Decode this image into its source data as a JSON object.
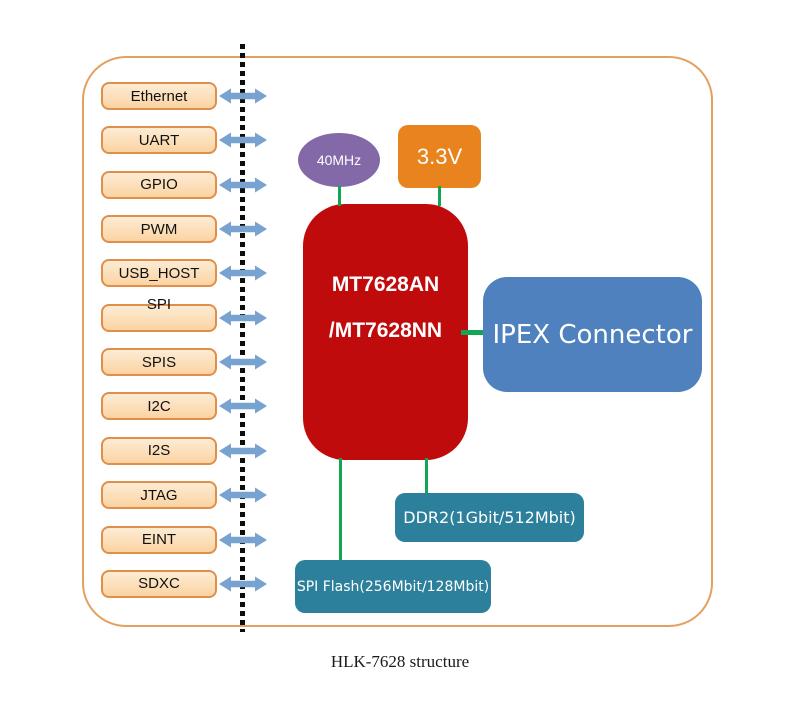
{
  "caption": "HLK-7628 structure",
  "interfaces": {
    "items": [
      "Ethernet",
      "UART",
      "GPIO",
      "PWM",
      "USB_HOST",
      "SPI",
      "SPIS",
      "I2C",
      "I2S",
      "JTAG",
      "EINT",
      "SDXC"
    ]
  },
  "blocks": {
    "oscillator": {
      "label": "40MHz"
    },
    "power": {
      "label": "3.3V"
    },
    "chip": {
      "line1": "MT7628AN",
      "line2": "/MT7628NN"
    },
    "ipex": {
      "label": "IPEX Connector"
    },
    "ddr2": {
      "label": "DDR2(1Gbit/512Mbit)"
    },
    "spi_flash": {
      "label": "SPI Flash(256Mbit/128Mbit)"
    }
  },
  "colors": {
    "frame_border": "#e3a05f",
    "interface_box_fill": "#fbd3a2",
    "interface_box_border": "#e08f4b",
    "arrow_blue": "#78a2cf",
    "chip_red": "#c00b0c",
    "oscillator_purple": "#8469a8",
    "power_orange": "#e8831d",
    "ipex_blue": "#4e81bd",
    "memory_teal": "#2d809b",
    "wire_green": "#12a652"
  }
}
